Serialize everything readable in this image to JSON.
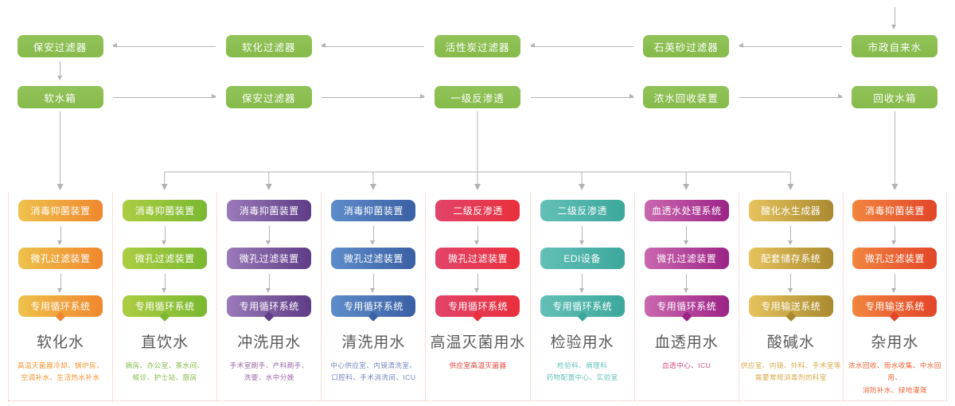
{
  "top_flow": {
    "row1": {
      "arrow_direction": "left",
      "items": [
        "保安过滤器",
        "软化过滤器",
        "活性炭过滤器",
        "石英砂过滤器",
        "市政自来水"
      ]
    },
    "row2": {
      "arrow_direction": "right",
      "items": [
        "软水箱",
        "保安过滤器",
        "一级反渗透",
        "浓水回收装置",
        "回收水箱"
      ]
    },
    "node_color": "#8cbf52"
  },
  "columns": [
    {
      "steps": [
        "消毒抑菌装置",
        "微孔过滤装置",
        "专用循环系统"
      ],
      "title": "软化水",
      "desc": "高温灭菌器冷却、锅炉房、\n空调补水、生活热水补水",
      "colors": {
        "light": "#eec14c",
        "dark": "#f0872e",
        "desc": "#f0922f"
      }
    },
    {
      "steps": [
        "消毒抑菌装置",
        "微孔过滤装置",
        "专用循环系统"
      ],
      "title": "直饮水",
      "desc": "病房、办公室、茶水间、\n候诊、护士站、厨房",
      "colors": {
        "light": "#accd43",
        "dark": "#7ab831",
        "desc": "#82b944"
      }
    },
    {
      "steps": [
        "消毒抑菌装置",
        "微孔过滤装置",
        "专用循环系统"
      ],
      "title": "冲洗用水",
      "desc": "手术室刷手、产科刷手、\n洗婴、水中分娩",
      "colors": {
        "light": "#9a7ab8",
        "dark": "#5e3c87",
        "desc": "#9a63a8"
      }
    },
    {
      "steps": [
        "消毒抑菌装置",
        "微孔过滤装置",
        "专用循环系统"
      ],
      "title": "清洗用水",
      "desc": "中心供应室、内镜清洗室、\n口腔科、手术消洗间、ICU",
      "colors": {
        "light": "#5e8cc9",
        "dark": "#3b60a5",
        "desc": "#7186c0"
      }
    },
    {
      "steps": [
        "二级反渗透",
        "微孔过滤装置",
        "专用循环系统"
      ],
      "title": "高温灭菌用水",
      "desc": "供应室高温灭菌器",
      "colors": {
        "light": "#e2446a",
        "dark": "#e9303c",
        "desc": "#e73c35"
      }
    },
    {
      "steps": [
        "二级反渗透",
        "EDI设备",
        "专用循环系统"
      ],
      "title": "检验用水",
      "desc": "检验科、病理科\n药物配置中心、实验室",
      "colors": {
        "light": "#62c0b6",
        "dark": "#3da79c",
        "desc": "#63c0b8"
      }
    },
    {
      "steps": [
        "血透水处理系统",
        "微孔过滤装置",
        "专用循环系统"
      ],
      "title": "血透用水",
      "desc": "血透中心、ICU",
      "colors": {
        "light": "#ca68b0",
        "dark": "#9c2386",
        "desc": "#d44b84"
      }
    },
    {
      "steps": [
        "酸化水生成器",
        "配套储存系统",
        "专用输送系统"
      ],
      "title": "酸碱水",
      "desc": "供应室、内镜、外科、手术室等\n需要常规消毒剂的科室",
      "colors": {
        "light": "#e6c35e",
        "dark": "#aa8a30",
        "desc": "#d8a845"
      }
    },
    {
      "steps": [
        "消毒抑菌装置",
        "微孔过滤装置",
        "专用输送系统"
      ],
      "title": "杂用水",
      "desc": "浓水回收、雨水收集、中水回用、\n消防补水、绿地灌溉",
      "colors": {
        "light": "#f2853f",
        "dark": "#e24629",
        "desc": "#ee6234"
      }
    }
  ],
  "connector_color": "#b3b3b3",
  "divider_color": "#f3bcae",
  "title_color": "#595959"
}
